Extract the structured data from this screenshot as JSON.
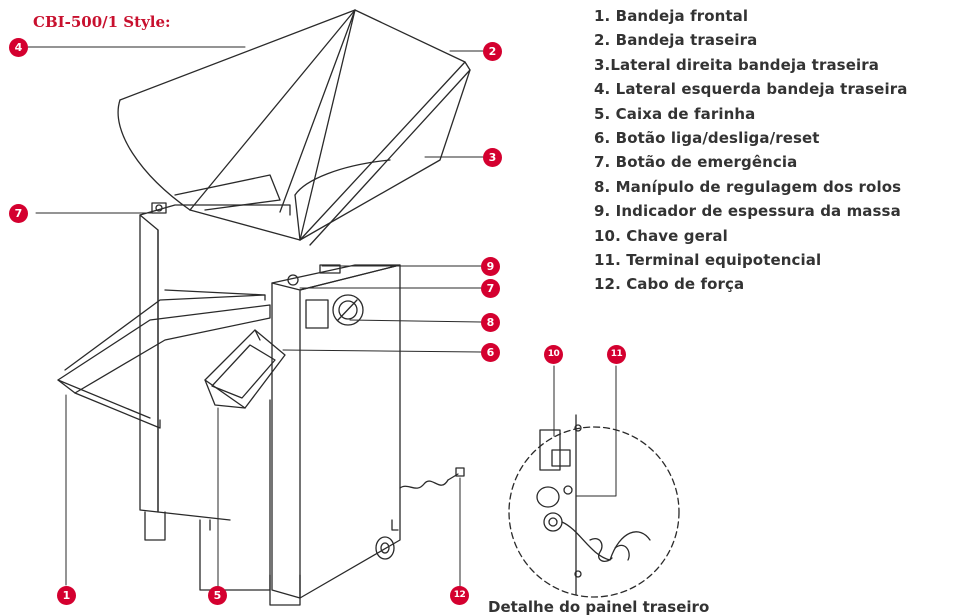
{
  "title": "CBI-500/1 Style:",
  "parts": [
    "1. Bandeja frontal",
    "2. Bandeja traseira",
    "3.Lateral direita bandeja traseira",
    "4. Lateral esquerda bandeja traseira",
    "5. Caixa de farinha",
    "6. Botão liga/desliga/reset",
    "7. Botão de emergência",
    "8. Manípulo de regulagem dos rolos",
    "9. Indicador de espessura da massa",
    "10. Chave geral",
    "11. Terminal equipotencial",
    "12. Cabo de força"
  ],
  "callouts": {
    "c1": "1",
    "c2": "2",
    "c3": "3",
    "c4": "4",
    "c5": "5",
    "c6": "6",
    "c7a": "7",
    "c7b": "7",
    "c8": "8",
    "c9": "9",
    "c10": "10",
    "c11": "11",
    "c12": "12"
  },
  "detail_caption": "Detalhe do painel traseiro",
  "colors": {
    "accent": "#d4002f",
    "title": "#c8102e",
    "text": "#333333",
    "line": "#2a2a2a"
  }
}
